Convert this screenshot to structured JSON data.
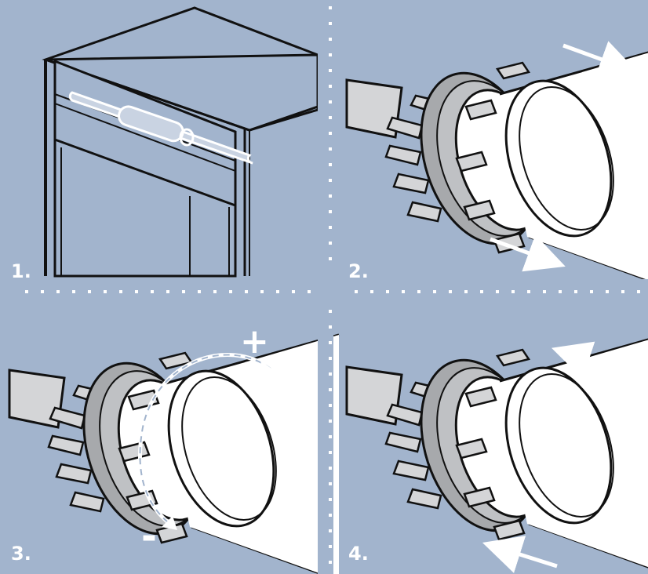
{
  "steps": [
    {
      "label": "1."
    },
    {
      "label": "2."
    },
    {
      "label": "3."
    },
    {
      "label": "4."
    }
  ],
  "adjust_signs": {
    "plus": "+",
    "minus": "-"
  },
  "colors": {
    "background": "#a2b4cd",
    "line": "#111111",
    "tube": "#ffffff",
    "ring": "#a7a9ac",
    "shaft": "#d4d5d7",
    "arrow": "#ffffff",
    "dots": "#ffffff"
  },
  "icons": {
    "arrows": "arrow-icon",
    "rotation": "rotate-arrow-icon"
  }
}
